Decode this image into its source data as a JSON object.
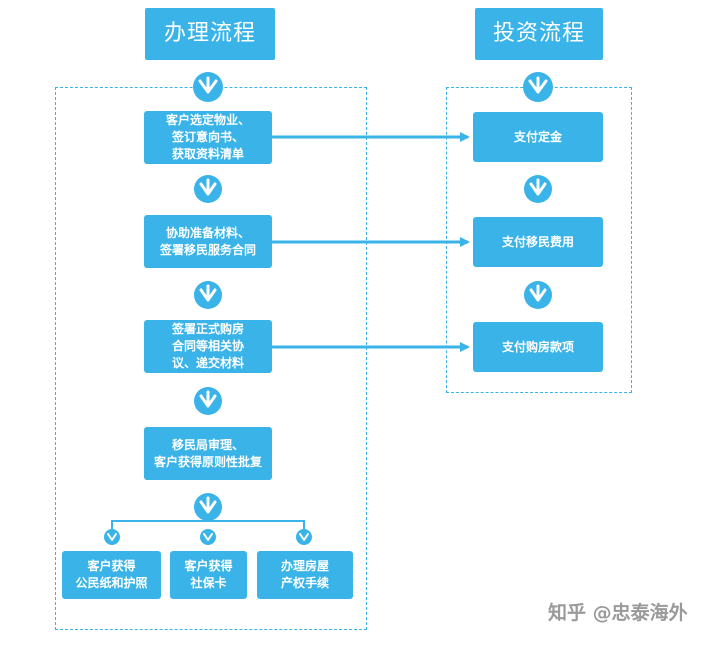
{
  "titles": {
    "process": "办理流程",
    "investment": "投资流程"
  },
  "process_steps": {
    "step1": "客户选定物业、\n签订意向书、\n获取资料清单",
    "step2": "协助准备材料、\n签署移民服务合同",
    "step3": "签署正式购房\n合同等相关协\n议、递交材料",
    "step4": "移民局审理、\n客户获得原则性批复"
  },
  "outcomes": {
    "passport": "客户获得\n公民纸和护照",
    "social_card": "客户获得\n社保卡",
    "property": "办理房屋\n产权手续"
  },
  "investment_steps": {
    "deposit": "支付定金",
    "immigration_fee": "支付移民费用",
    "purchase": "支付购房款项"
  },
  "watermark": "知乎 @忠泰海外",
  "colors": {
    "accent": "#3ab4e8",
    "dashed_border": "#3ab4e8",
    "box_text": "#ffffff",
    "watermark": "#9a9a9a"
  }
}
